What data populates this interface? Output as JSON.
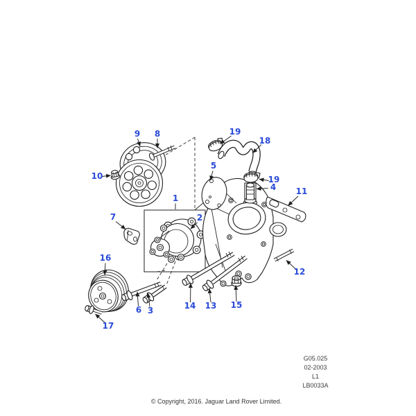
{
  "diagram": {
    "numbers": {
      "1": "1",
      "2": "2",
      "3": "3",
      "4": "4",
      "5": "5",
      "6": "6",
      "7": "7",
      "8": "8",
      "9": "9",
      "10": "10",
      "11": "11",
      "12": "12",
      "13": "13",
      "14": "14",
      "15": "15",
      "16": "16",
      "17": "17",
      "18": "18",
      "19": "19"
    },
    "info_block": {
      "lines": [
        "G05.025",
        "02-2003",
        "L1",
        "LB0033A"
      ]
    },
    "footer": {
      "copyright": "© Copyright, 2016. Jaguar Land Rover Limited."
    },
    "colors": {
      "callout_blue": "#2a4bd7",
      "line_black": "#1f1f1f",
      "info_text": "#3d3d3d",
      "background": "#ffffff"
    }
  }
}
